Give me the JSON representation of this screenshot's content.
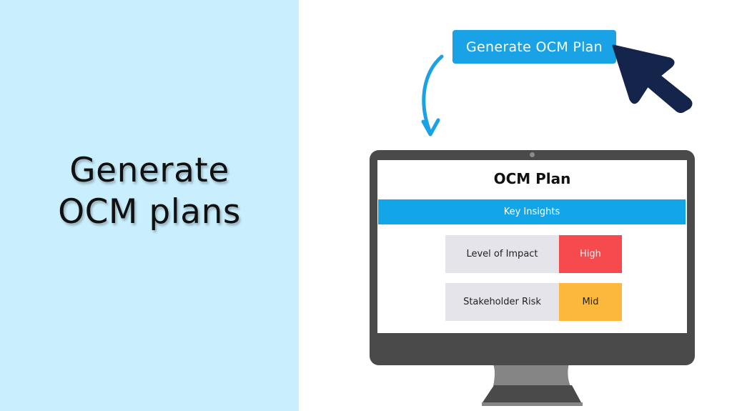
{
  "headline": {
    "line1": "Generate",
    "line2": "OCM plans"
  },
  "cta": {
    "label": "Generate OCM Plan",
    "icon": "cursor-arrow-icon"
  },
  "monitor": {
    "title": "OCM Plan",
    "section_label": "Key Insights",
    "insights": [
      {
        "label": "Level of Impact",
        "value": "High",
        "value_color": "#f74a4f",
        "value_text_color": "#ffe6e6"
      },
      {
        "label": "Stakeholder Risk",
        "value": "Mid",
        "value_color": "#fcb83c",
        "value_text_color": "#222222"
      }
    ]
  },
  "colors": {
    "left_panel": "#c9eefd",
    "accent_blue": "#19a3e6",
    "cursor_navy": "#14244a",
    "monitor_dark": "#4a4a4a",
    "monitor_stand": "#858585"
  }
}
